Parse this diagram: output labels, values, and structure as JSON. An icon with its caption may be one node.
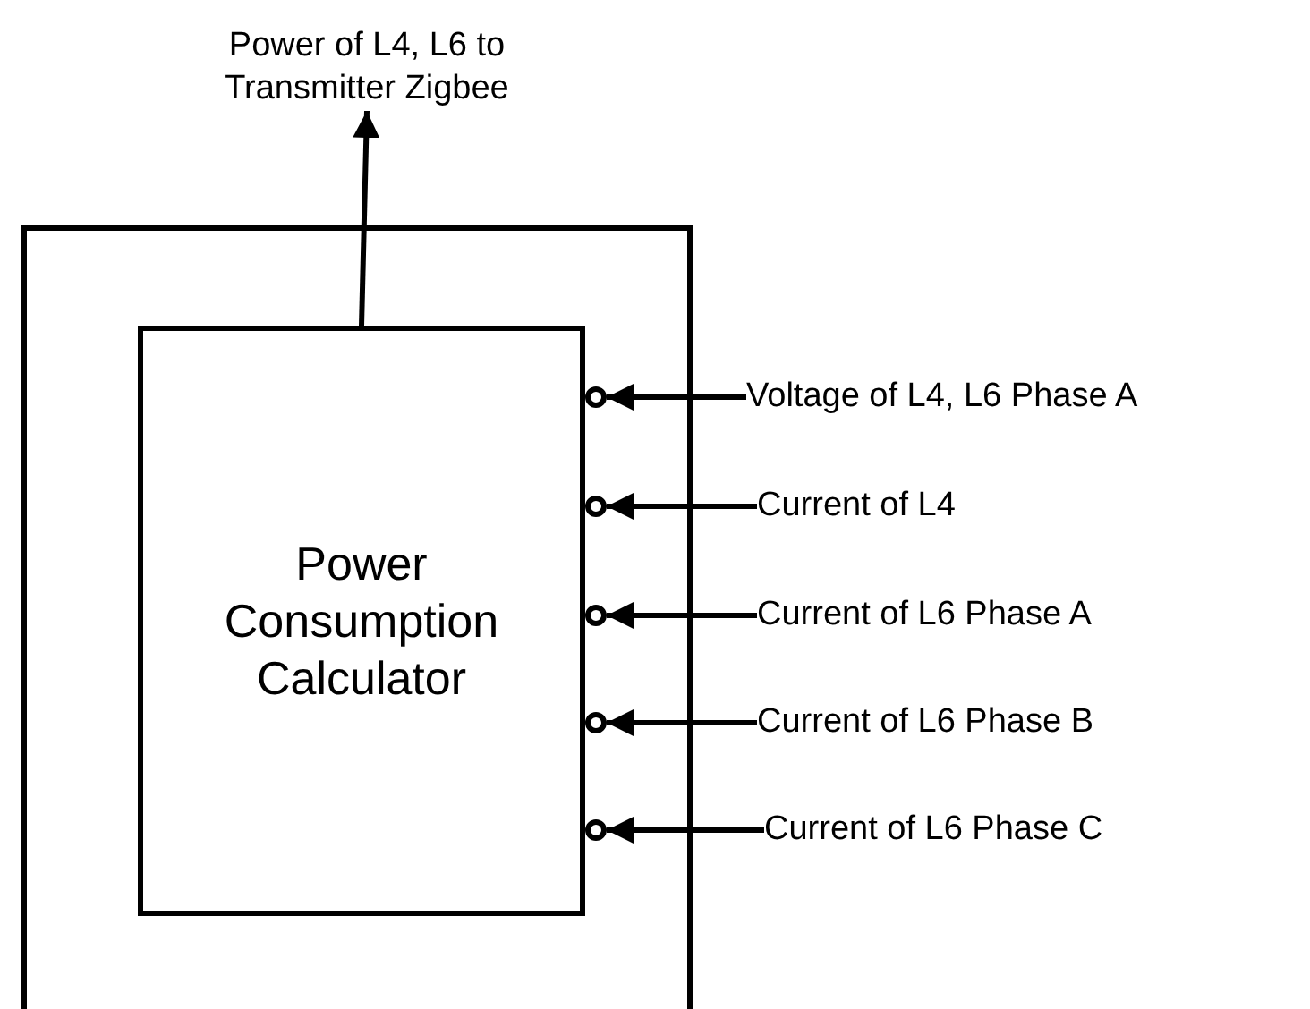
{
  "diagram": {
    "nodes": [
      {
        "text": [],
        "shape": "box"
      },
      {
        "text": [
          "Power Consumption Calculator"
        ],
        "in": 0
      },
      {
        "text": [
          "Power of L4, L6 to Transmitter Zigbee"
        ]
      },
      {
        "text": [
          "Voltage of L4, L6 Phase A"
        ]
      },
      {
        "text": [
          "Current of L4"
        ]
      },
      {
        "text": [
          "Current of L6 Phase A"
        ]
      },
      {
        "text": [
          "Current of L6 Phase B"
        ]
      },
      {
        "text": [
          "Current of L6 Phase C"
        ]
      },
      {
        "text": [],
        "shape": "circle",
        "in": 0
      },
      {
        "text": [],
        "shape": "circle",
        "in": 0
      },
      {
        "text": [],
        "shape": "circle",
        "in": 0
      },
      {
        "text": [],
        "shape": "circle",
        "in": 0
      },
      {
        "text": [],
        "shape": "circle",
        "in": 0
      }
    ],
    "edges": [
      {
        "from": 1,
        "to": 2,
        "arrow": "to"
      },
      {
        "from": 3,
        "to": 8,
        "arrow": "to"
      },
      {
        "from": 4,
        "to": 9,
        "arrow": "to"
      },
      {
        "from": 5,
        "to": 10,
        "arrow": "to"
      },
      {
        "from": 6,
        "to": 11,
        "arrow": "to"
      },
      {
        "from": 7,
        "to": 12,
        "arrow": "to"
      }
    ]
  }
}
